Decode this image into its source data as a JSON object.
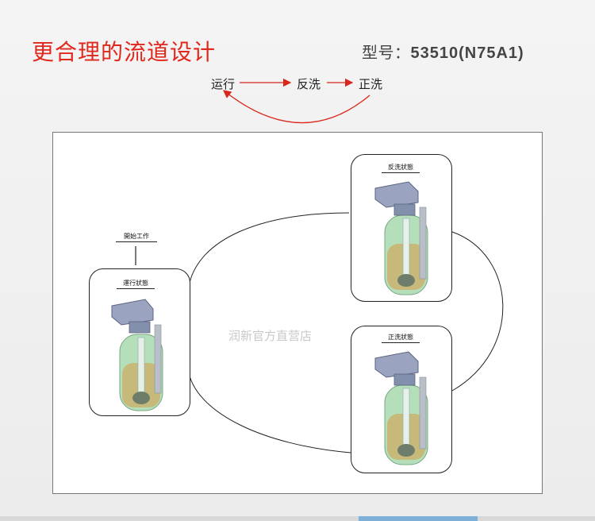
{
  "header": {
    "title": "更合理的流道设计",
    "model_label": "型号：",
    "model_number": "53510(N75A1)"
  },
  "flow": {
    "step1": "运行",
    "step2": "反洗",
    "step3": "正洗",
    "arrow_color": "#d9261c"
  },
  "diagram": {
    "start_label": "開始工作",
    "cards": [
      {
        "id": "running",
        "label": "運行狀態"
      },
      {
        "id": "backwash",
        "label": "反洗狀態"
      },
      {
        "id": "rinse",
        "label": "正洗狀態"
      }
    ],
    "watermark": "润新官方直营店"
  },
  "colors": {
    "title": "#e0281d",
    "tank_glass": "#a9d9b0",
    "media": "#c7b36a",
    "valve": "#8f9bb8"
  }
}
